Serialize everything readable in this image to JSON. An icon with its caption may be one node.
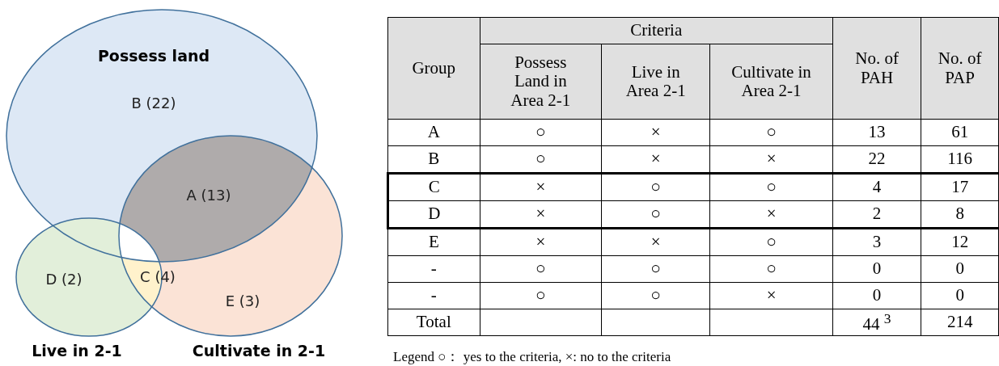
{
  "diagram": {
    "nodes": [
      {
        "text": [
          "Possess land"
        ]
      },
      {
        "text": [
          "Live in 2-1"
        ]
      },
      {
        "text": [
          "Cultivate in 2-1"
        ]
      }
    ],
    "edges": [],
    "labels": [
      "B (22)",
      "A (13)",
      "D (2)",
      "C (4)",
      "E (3)",
      "Group",
      "Criteria",
      "No. of PAH",
      "No. of PAP",
      "Possess Land in Area 2-1",
      "Live in Area 2-1",
      "Cultivate in Area 2-1",
      "A",
      "○",
      "×",
      "○",
      "13",
      "61",
      "B",
      "○",
      "×",
      "×",
      "22",
      "116",
      "C",
      "×",
      "○",
      "○",
      "4",
      "17",
      "D",
      "×",
      "○",
      "×",
      "2",
      "8",
      "E",
      "×",
      "×",
      "○",
      "3",
      "12",
      "-",
      "○",
      "○",
      "○",
      "0",
      "0",
      "-",
      "○",
      "○",
      "×",
      "0",
      "0",
      "Total",
      "44 $^{3}$",
      "214",
      "Legend ○： yes to the criteria, ×: no to the criteria"
    ]
  }
}
